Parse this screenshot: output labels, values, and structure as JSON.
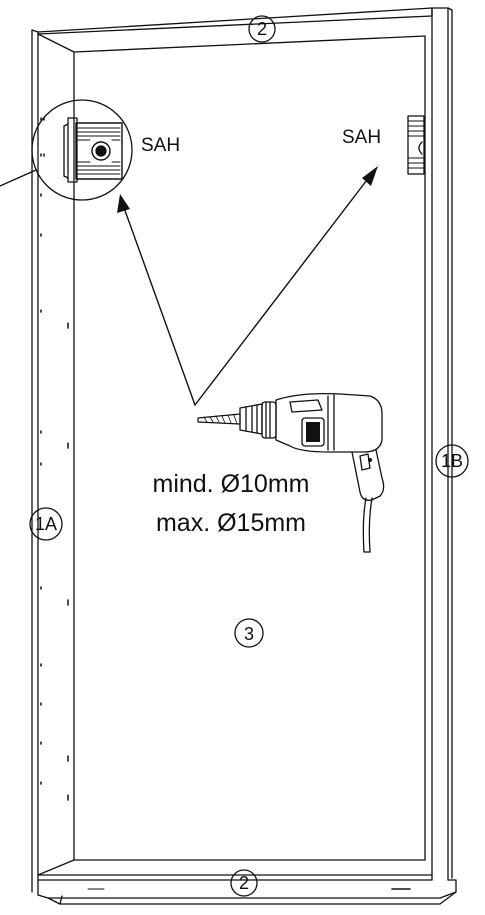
{
  "labels": {
    "part_top": "2",
    "part_bottom": "2",
    "part_left": "1A",
    "part_right": "1B",
    "part_back": "3",
    "sah_left": "SAH",
    "sah_right": "SAH"
  },
  "drill_note": {
    "line1": "mind. Ø10mm",
    "line2": "max. Ø15mm"
  },
  "colors": {
    "line": "#111111",
    "background": "#ffffff"
  }
}
